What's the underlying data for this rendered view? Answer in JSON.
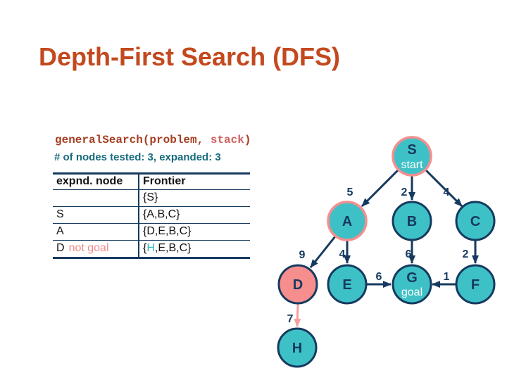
{
  "colors": {
    "title-orange": "#C3491E",
    "code-red": "#A63E22",
    "code-pink": "#D05F5F",
    "stats-teal": "#176B7C",
    "navy": "#163A5F",
    "teal": "#3EC1C6",
    "salmon": "#F68E8E",
    "salmon-edge": "#F59E9E",
    "table-pink": "#F08A8A",
    "table-teal": "#31B7BD"
  },
  "title": "Depth-First Search (DFS)",
  "code": {
    "call": "generalSearch(problem, ",
    "arg": "stack",
    "close": ")",
    "stats": "# of nodes tested: 3, expanded: 3"
  },
  "table": {
    "headers": [
      "expnd. node",
      "Frontier"
    ],
    "rows": [
      {
        "node": "",
        "note": "",
        "f_pre": "{S}",
        "f_hl": "",
        "f_post": ""
      },
      {
        "node": "S",
        "note": "",
        "f_pre": "{A,B,C}",
        "f_hl": "",
        "f_post": ""
      },
      {
        "node": "A",
        "note": "",
        "f_pre": "{D,E,B,C}",
        "f_hl": "",
        "f_post": ""
      },
      {
        "node": "D",
        "note": "not goal",
        "f_pre": "{",
        "f_hl": "H",
        "f_post": ",E,B,C}"
      }
    ]
  },
  "graph": {
    "nodes": {
      "S": {
        "label": "S",
        "sublabel": "start"
      },
      "A": {
        "label": "A"
      },
      "B": {
        "label": "B"
      },
      "C": {
        "label": "C"
      },
      "D": {
        "label": "D"
      },
      "E": {
        "label": "E"
      },
      "G": {
        "label": "G",
        "sublabel": "goal"
      },
      "F": {
        "label": "F"
      },
      "H": {
        "label": "H"
      }
    },
    "weights": {
      "SA": "5",
      "SB": "2",
      "SC": "4",
      "AD": "9",
      "AE": "4",
      "BG": "6",
      "CF": "2",
      "EG": "6",
      "FG": "1",
      "DH": "7"
    }
  }
}
